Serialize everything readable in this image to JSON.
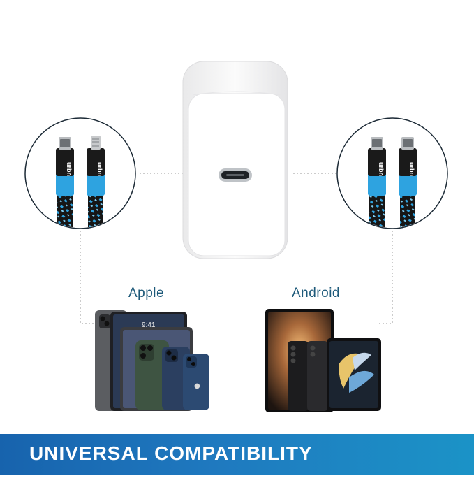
{
  "labels": {
    "apple": "Apple",
    "android": "Android"
  },
  "banner": {
    "title": "UNIVERSAL COMPATIBILITY"
  },
  "cable": {
    "brand": "urbn"
  },
  "phone": {
    "time": "9:41"
  },
  "colors": {
    "banner_start": "#1763ad",
    "banner_end": "#1b93c7",
    "label_text": "#1e5a7a",
    "cable_accent": "#2ea3e0",
    "cable_body": "#1a1a1a"
  }
}
